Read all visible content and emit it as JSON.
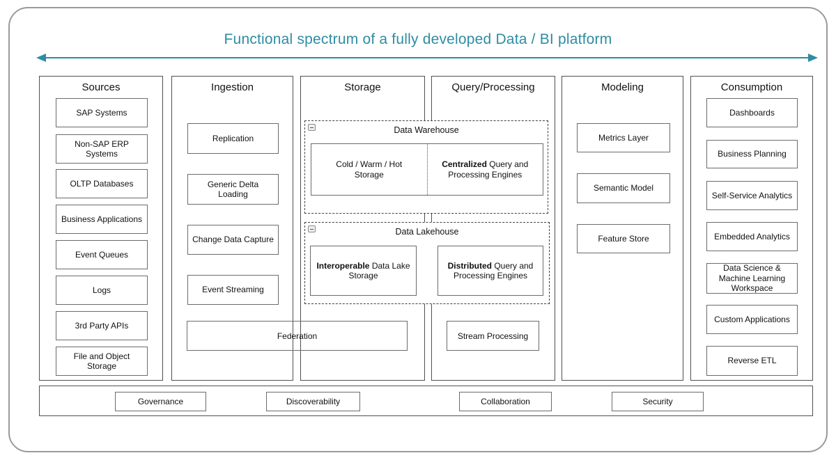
{
  "title": "Functional spectrum of a fully developed Data / BI platform",
  "accent_color": "#2e8ca3",
  "columns": [
    {
      "label": "Sources",
      "items": [
        "SAP Systems",
        "Non-SAP ERP Systems",
        "OLTP Databases",
        "Business Applications",
        "Event Queues",
        "Logs",
        "3rd Party APIs",
        "File and Object Storage"
      ]
    },
    {
      "label": "Ingestion",
      "items": [
        "Replication",
        "Generic Delta Loading",
        "Change Data Capture",
        "Event Streaming"
      ]
    },
    {
      "label": "Storage",
      "items": []
    },
    {
      "label": "Query/Processing",
      "items": []
    },
    {
      "label": "Modeling",
      "items": [
        "Metrics Layer",
        "Semantic Model",
        "Feature Store"
      ]
    },
    {
      "label": "Consumption",
      "items": [
        "Dashboards",
        "Business Planning",
        "Self-Service Analytics",
        "Embedded Analytics",
        "Data Science & Machine Learning Workspace",
        "Custom Applications",
        "Reverse ETL"
      ]
    }
  ],
  "warehouse": {
    "label": "Data Warehouse",
    "storage_cell": {
      "text": "Cold / Warm / Hot Storage"
    },
    "query_cell": {
      "bold": "Centralized",
      "rest": " Query and Processing Engines"
    }
  },
  "lakehouse": {
    "label": "Data Lakehouse",
    "storage_cell": {
      "bold": "Interoperable",
      "rest": " Data Lake Storage"
    },
    "query_cell": {
      "bold": "Distributed",
      "rest": " Query and Processing Engines"
    }
  },
  "federation_label": "Federation",
  "stream_processing_label": "Stream Processing",
  "bottom_bar": {
    "items": [
      "Governance",
      "Discoverability",
      "Collaboration",
      "Security"
    ]
  }
}
